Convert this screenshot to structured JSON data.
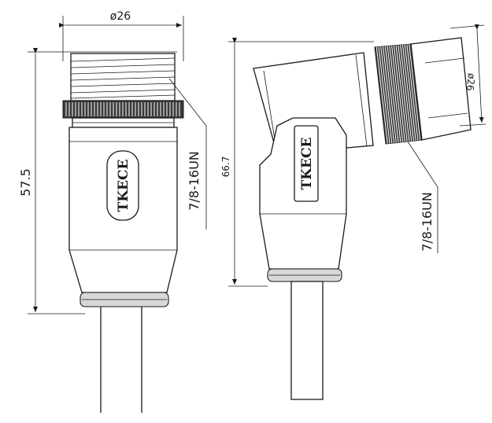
{
  "left_view": {
    "diameter_label": "ø26",
    "height_label": "57.5",
    "thread_label": "7/8-16UN",
    "logo_text": "TKECE"
  },
  "right_view": {
    "diameter_label": "ø26",
    "height_label": "66.7",
    "thread_label": "7/8-16UN",
    "logo_text": "TKECE"
  }
}
